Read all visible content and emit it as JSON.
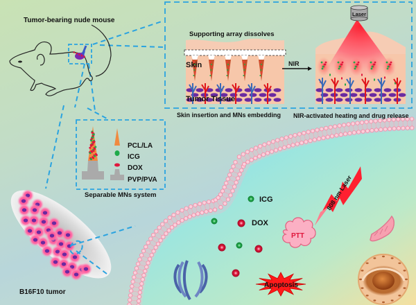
{
  "mouse": {
    "label": "Tumor-bearing nude mouse"
  },
  "panel_top": {
    "supporting_label": "Supporting array dissolves",
    "skin_label": "Skin",
    "tumor_label": "Tumor Tissue",
    "arrow_label": "NIR",
    "laser_label": "Laser",
    "caption_left": "Skin insertion and MNs embedding",
    "caption_right": "NIR-activated heating and drug release"
  },
  "mns_panel": {
    "legend": [
      "PCL/LA",
      "ICG",
      "DOX",
      "PVP/PVA"
    ],
    "caption": "Separable MNs system"
  },
  "tumor": {
    "label": "B16F10 tumor"
  },
  "cell": {
    "icg_label": "ICG",
    "dox_label": "DOX",
    "ptt_label": "PTT",
    "laser_label": "808 nm Laser",
    "apoptosis_label": "Apoptosis"
  },
  "colors": {
    "dash": "#2aa3e0",
    "icg": "#1faa4a",
    "dox": "#e0163c",
    "membrane": "#f7a7b8",
    "cytoplasm": "#7de3f5",
    "tumor_cell": "#ff4f95",
    "nucleus": "#6a2aa0"
  }
}
